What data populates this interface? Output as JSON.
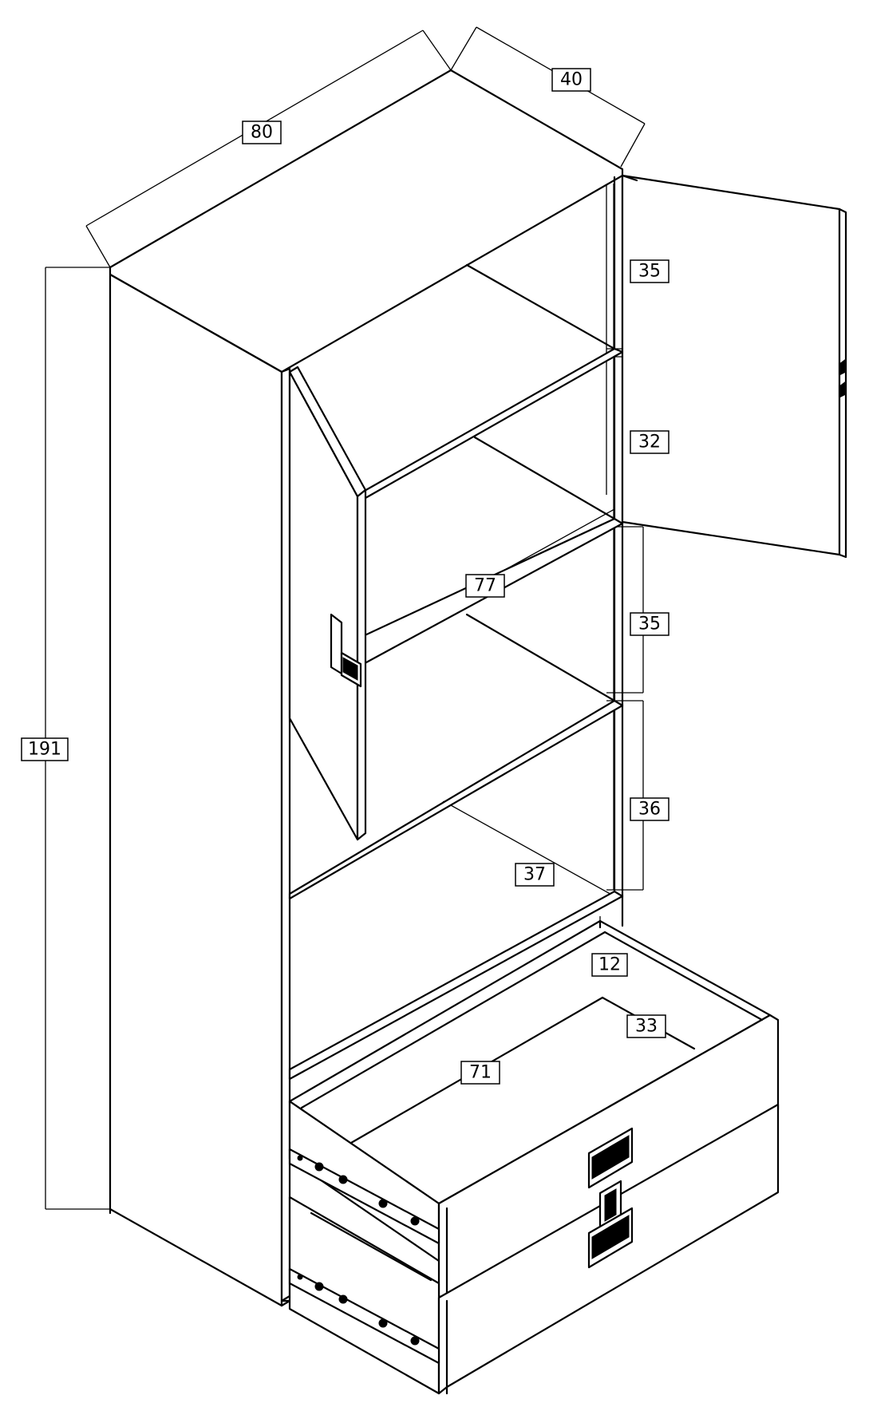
{
  "dimensions": {
    "width": "80",
    "depth": "40",
    "height": "191",
    "shelf_gap_1": "35",
    "shelf_gap_2": "32",
    "shelf_gap_3": "35",
    "shelf_gap_4": "36",
    "shelf_width": "77",
    "shelf_depth": "37",
    "drawer_height": "12",
    "drawer_depth": "33",
    "drawer_width": "71"
  }
}
